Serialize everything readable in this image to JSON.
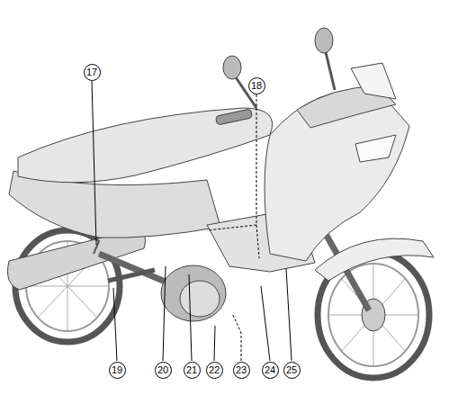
{
  "diagram": {
    "labels": [
      "17",
      "18",
      "19",
      "20",
      "21",
      "22",
      "23",
      "24",
      "25"
    ]
  }
}
